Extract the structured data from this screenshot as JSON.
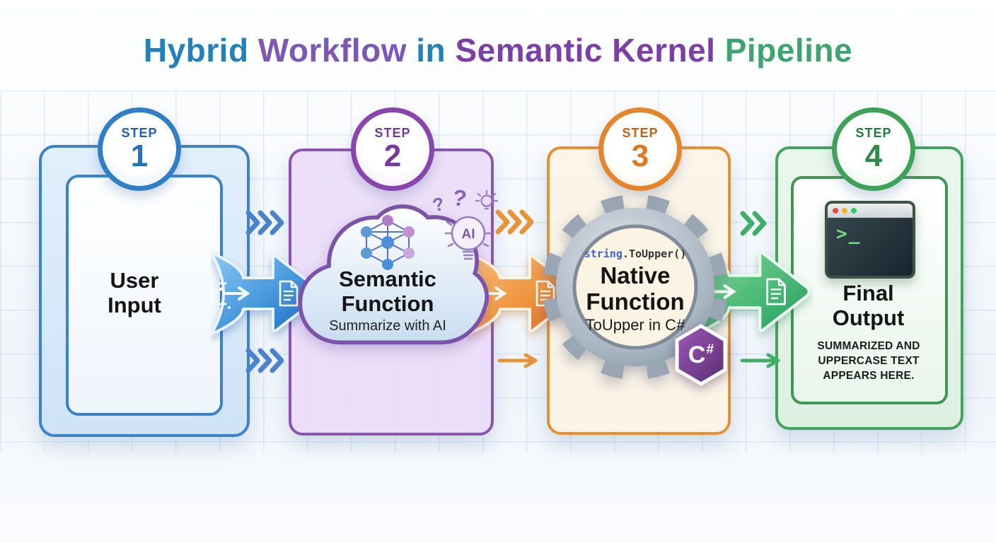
{
  "title": {
    "part1": "Hybrid",
    "part2": "Workflow",
    "part3": "in",
    "part4": "Semantic Kernel",
    "part5": "Pipeline"
  },
  "steps": [
    {
      "badge": "STEP",
      "number": "1",
      "title": "User Input"
    },
    {
      "badge": "STEP",
      "number": "2",
      "title": "Semantic Function",
      "subtitle": "Summarize with AI",
      "q1": "?",
      "q2": "?",
      "bulb_label": "AI"
    },
    {
      "badge": "STEP",
      "number": "3",
      "title": "Native Function",
      "subtitle": "ToUpper in C#",
      "code_keyword": "string",
      "code_rest": ".ToUpper()",
      "logo_c": "C",
      "logo_sharp": "#"
    },
    {
      "badge": "STEP",
      "number": "4",
      "title": "Final Output",
      "caption": "SUMMARIZED AND UPPERCASE TEXT APPEARS HERE.",
      "prompt": ">_"
    }
  ],
  "colors": {
    "title_blue": "#2380b8",
    "title_purple": "#7e57b5",
    "title_purple_bold": "#7b3fa6",
    "title_green": "#3fa371",
    "step1_accent": "#3b82c9",
    "step2_accent": "#8a55ae",
    "step3_accent": "#e78f33",
    "step4_accent": "#43a35c",
    "arrow_blue": "#1767c4",
    "arrow_orange": "#e2661c",
    "arrow_green": "#1f9a62",
    "terminal_screen": "#18232c",
    "terminal_prompt": "#6ee07a",
    "csharp_purple": "#7a3b91"
  },
  "icons": {
    "neural_network_icon": "node-graph",
    "lightbulb_ai_icon": "bulb-AI",
    "lightbulb_small_icon": "bulb-rays",
    "gear_icon": "cog",
    "terminal_icon": "console-window",
    "document_icon": "page-lines",
    "chevron_right_icon": "»",
    "arrow_right_icon": "→",
    "csharp_logo": "C# hexagon",
    "traffic_dots": "red-yellow-green"
  }
}
